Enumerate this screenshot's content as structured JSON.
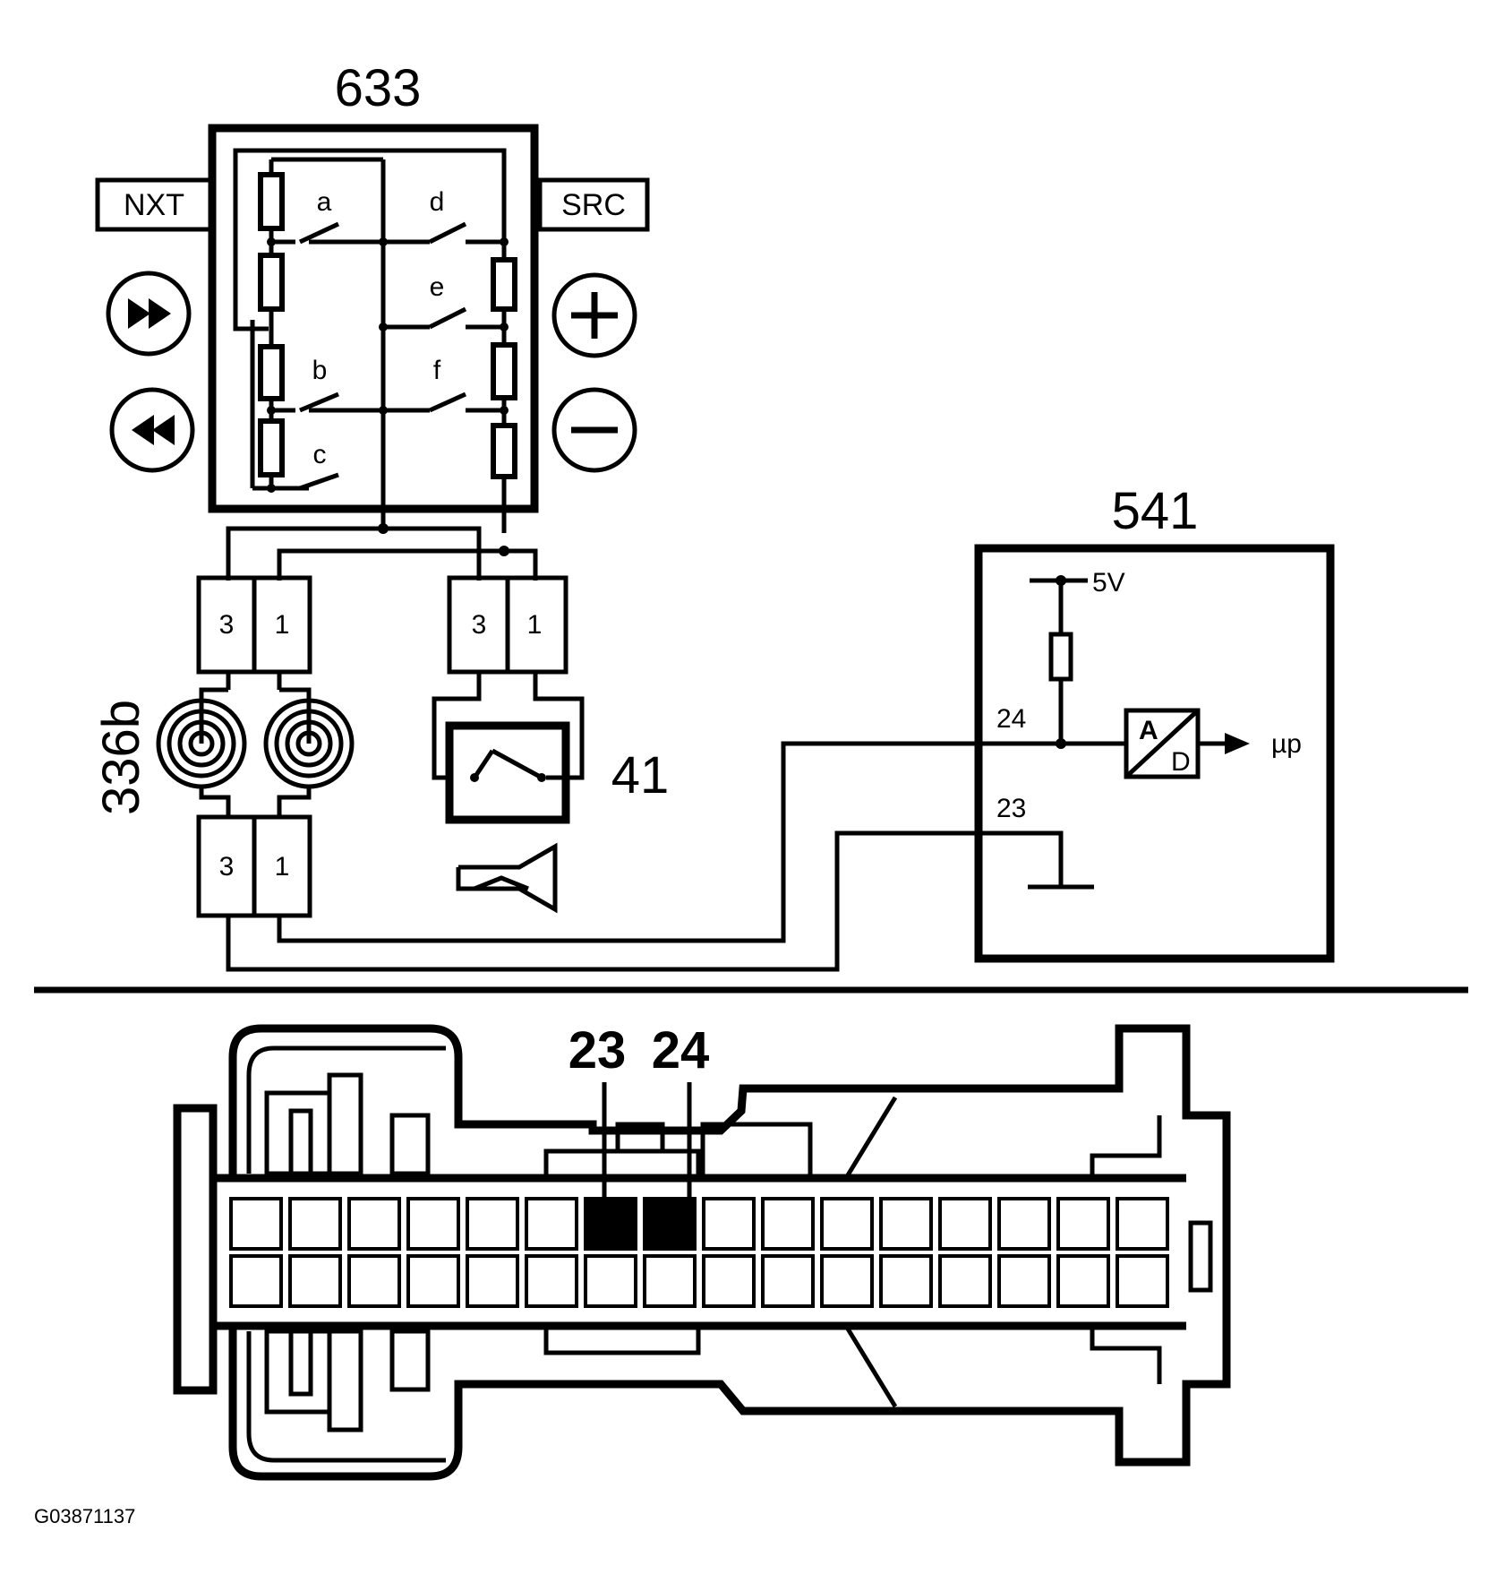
{
  "switch_unit": {
    "label": "633",
    "left_tag": "NXT",
    "right_tag": "SRC",
    "switches": [
      "a",
      "b",
      "c",
      "d",
      "e",
      "f"
    ]
  },
  "connectors": {
    "upper_left": [
      "3",
      "1"
    ],
    "upper_right": [
      "3",
      "1"
    ],
    "lower_left": [
      "3",
      "1"
    ]
  },
  "clock_spring": {
    "label": "336b"
  },
  "horn_switch": {
    "label": "41"
  },
  "control_module": {
    "label": "541",
    "supply": "5V",
    "pin_signal": "24",
    "pin_ground": "23",
    "adc_a": "A",
    "adc_d": "D",
    "output": "µp"
  },
  "connector_view": {
    "pin_left": "23",
    "pin_right": "24"
  },
  "figure_id": "G03871137",
  "colors": {
    "line": "#000000",
    "background": "#ffffff"
  }
}
